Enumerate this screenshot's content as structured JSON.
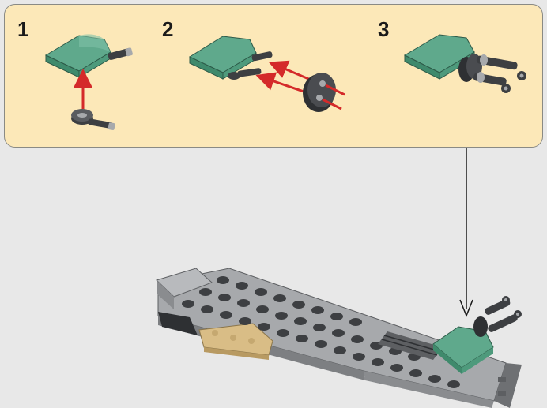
{
  "steps": [
    {
      "number": "1"
    },
    {
      "number": "2"
    },
    {
      "number": "3"
    }
  ],
  "colors": {
    "background": "#e8e8e8",
    "panel": "#fce8b8",
    "panel_border": "#8a8a84",
    "sand_green": "#5fa98c",
    "light_gray": "#a7a9ac",
    "dark_gray": "#3d3f42",
    "tan": "#d9bd86",
    "arrow": "#d42a2a"
  }
}
